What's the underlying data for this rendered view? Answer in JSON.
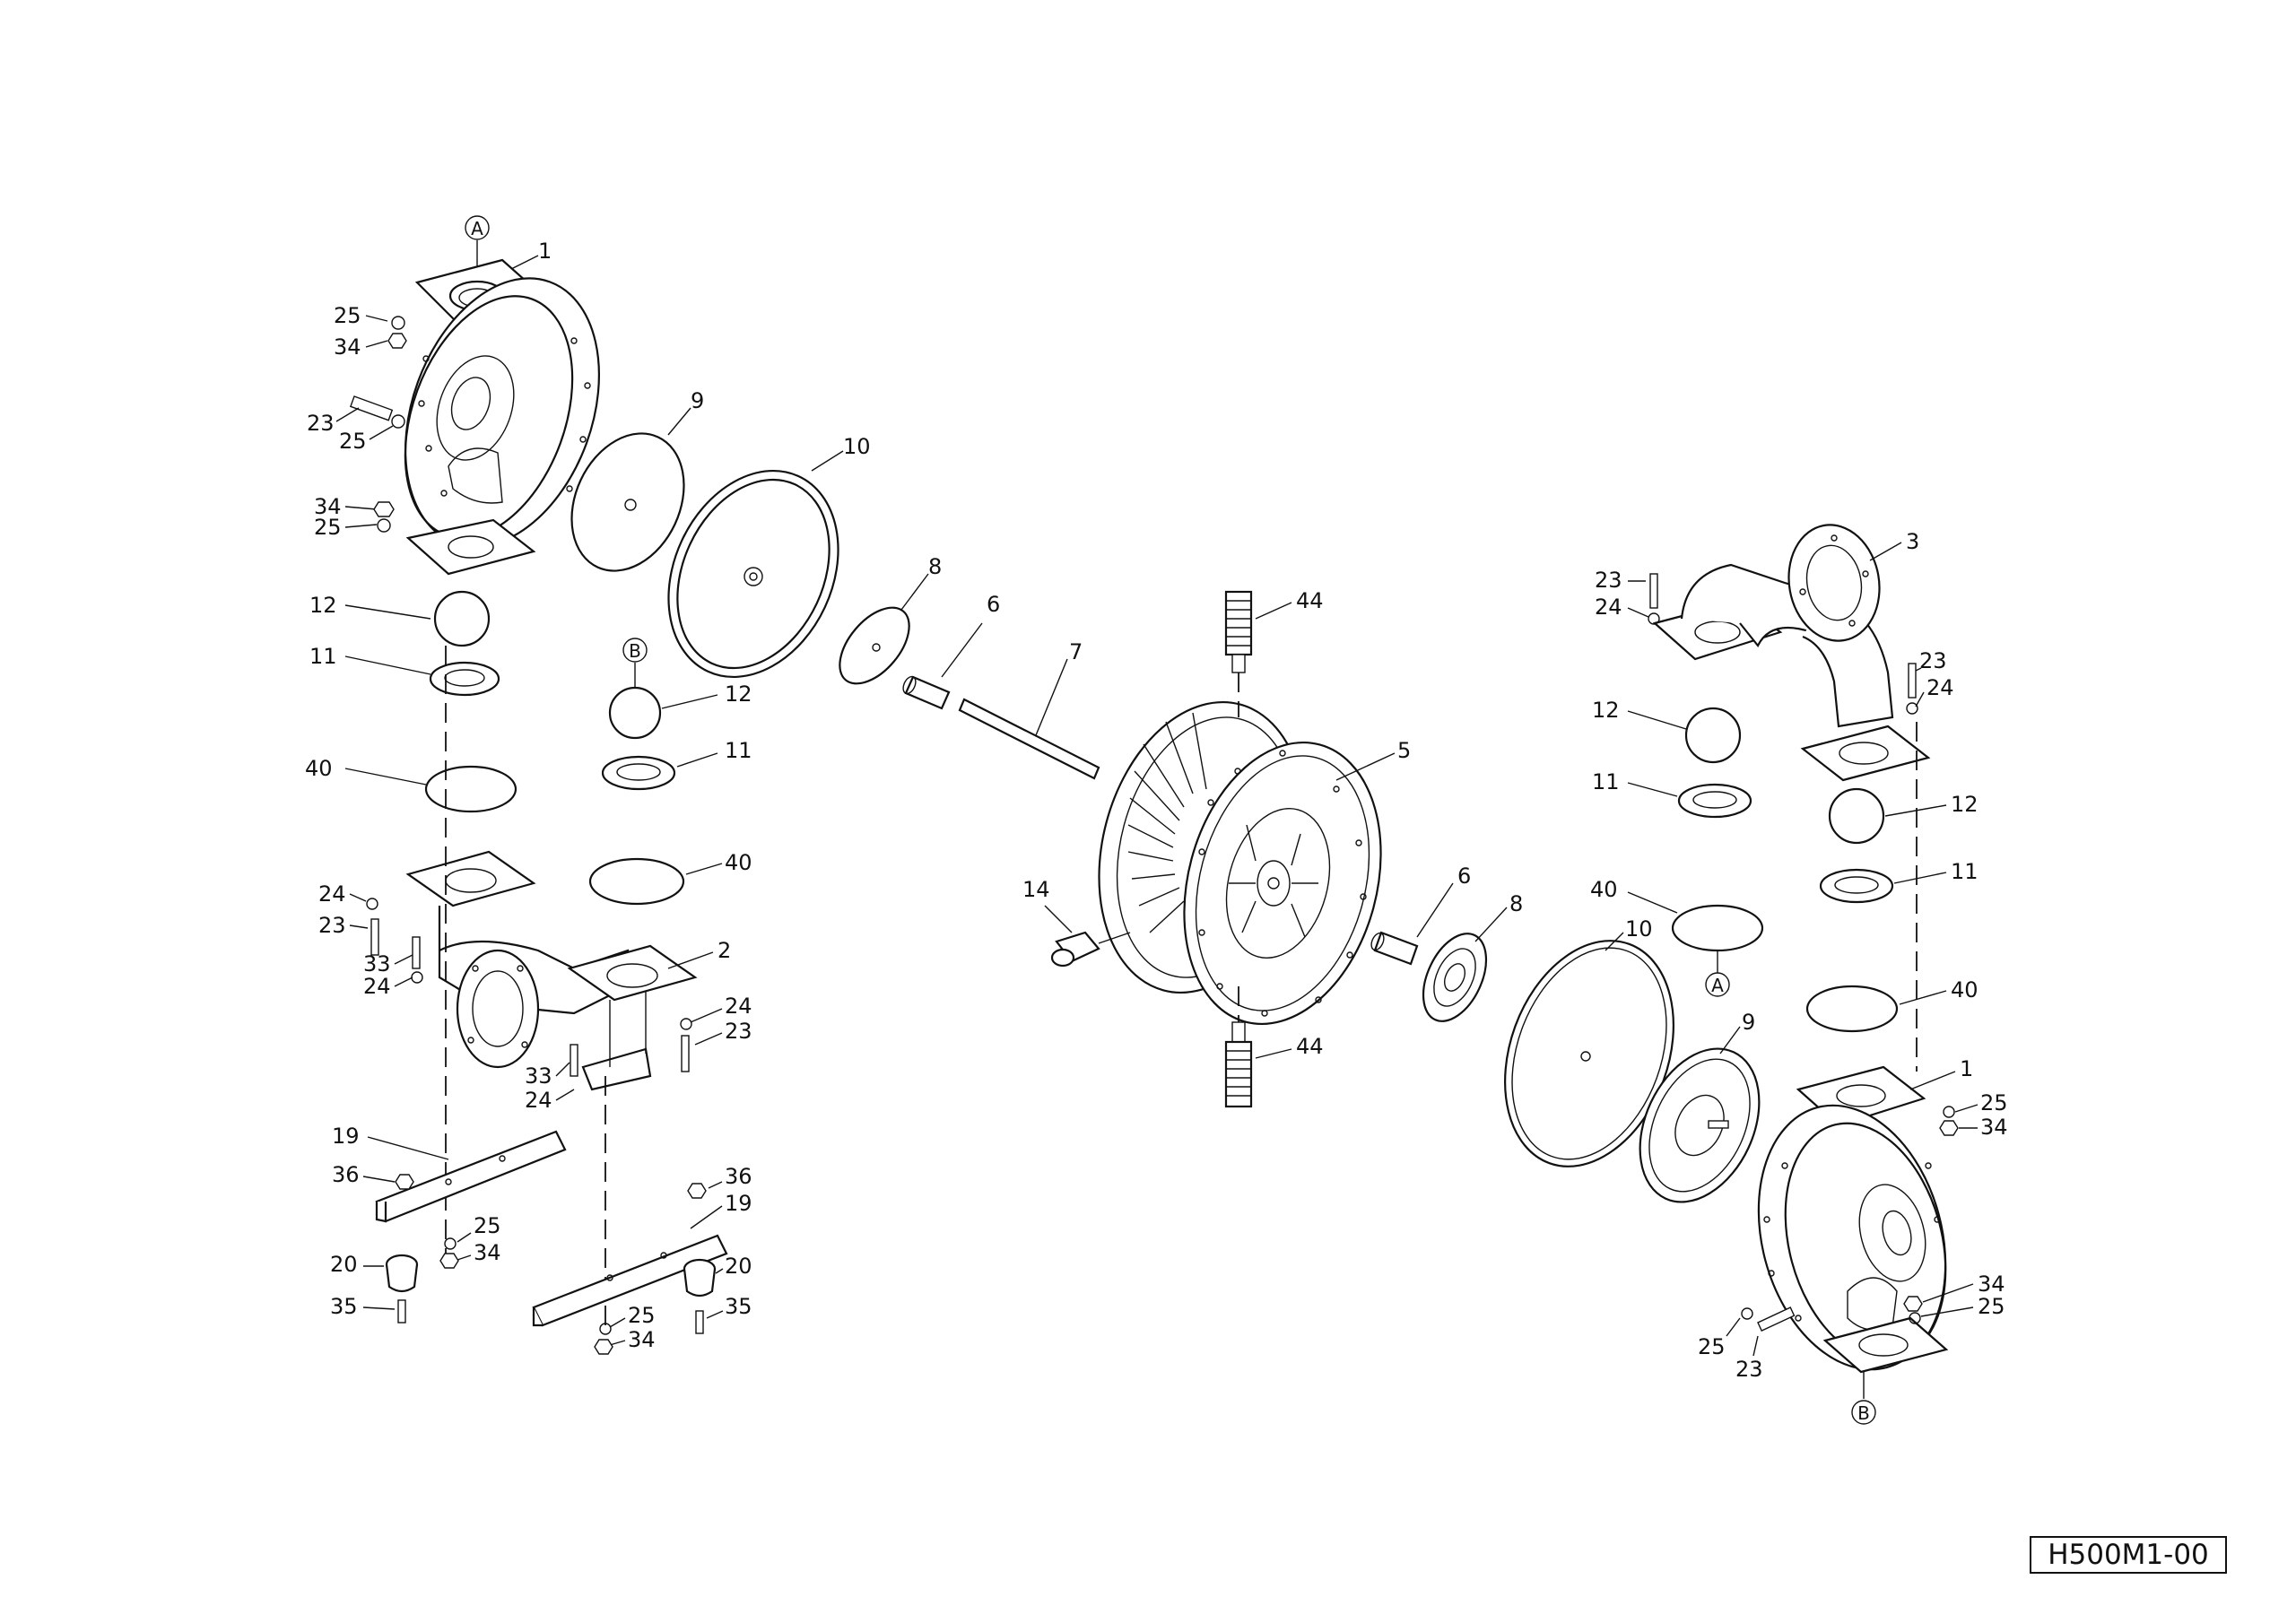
{
  "drawing_code": "H500M1-00",
  "callout_labels": {
    "a": "A",
    "b": "B"
  },
  "part_numbers": [
    "1",
    "2",
    "3",
    "5",
    "6",
    "7",
    "8",
    "9",
    "10",
    "11",
    "12",
    "14",
    "19",
    "20",
    "23",
    "24",
    "25",
    "33",
    "34",
    "35",
    "36",
    "40",
    "44"
  ]
}
